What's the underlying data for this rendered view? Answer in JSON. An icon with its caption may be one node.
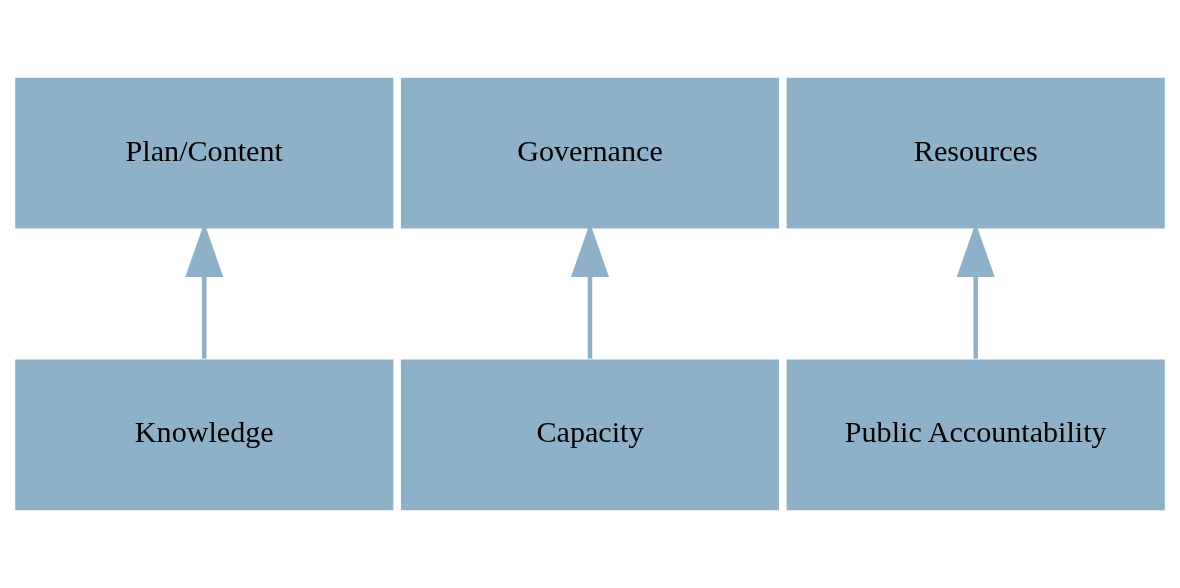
{
  "diagram": {
    "nodes": [
      {
        "text": [
          "Plan/Content"
        ]
      },
      {
        "text": [
          "Governance"
        ]
      },
      {
        "text": [
          "Resources"
        ]
      },
      {
        "text": [
          "Knowledge"
        ]
      },
      {
        "text": [
          "Capacity"
        ]
      },
      {
        "text": [
          "Public Accountability"
        ]
      }
    ],
    "edges": [
      {
        "from": 3,
        "to": 0,
        "arrow": "to"
      },
      {
        "from": 4,
        "to": 1,
        "arrow": "to"
      },
      {
        "from": 5,
        "to": 2,
        "arrow": "to"
      }
    ]
  }
}
